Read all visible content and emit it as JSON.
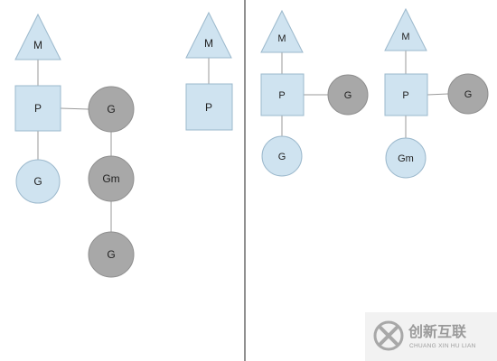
{
  "colors": {
    "light_node_fill": "#cfe3f0",
    "light_node_stroke": "#9bb8cc",
    "dark_node_fill": "#a8a8a8",
    "dark_node_stroke": "#8e8e8e",
    "edge": "#9a9a9a",
    "divider": "#222222"
  },
  "left_panel": {
    "group1": {
      "m_label": "M",
      "p_label": "P",
      "local_g_label": "G",
      "running_g_label": "G",
      "gm_label": "Gm",
      "lower_g_label": "G"
    },
    "group2": {
      "m_label": "M",
      "p_label": "P"
    }
  },
  "right_panel": {
    "group1": {
      "m_label": "M",
      "p_label": "P",
      "running_g_label": "G",
      "local_g_label": "G"
    },
    "group2": {
      "m_label": "M",
      "p_label": "P",
      "running_g_label": "G",
      "gm_label": "Gm"
    }
  },
  "watermark": {
    "brand_cn": "创新互联",
    "brand_en": "CHUANG XIN HU LIAN"
  }
}
